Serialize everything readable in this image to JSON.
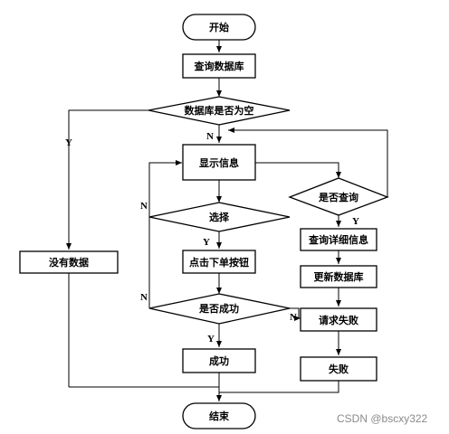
{
  "nodes": {
    "start": "开始",
    "query_db": "查询数据库",
    "db_empty": "数据库是否为空",
    "show_info": "显示信息",
    "select": "选择",
    "click_order": "点击下单按钮",
    "success_check": "是否成功",
    "success": "成功",
    "no_data": "没有数据",
    "is_query": "是否查询",
    "query_detail": "查询详细信息",
    "update_db": "更新数据库",
    "request_fail": "请求失败",
    "fail": "失败",
    "end": "结束"
  },
  "edge_labels": {
    "yes": "Y",
    "no": "N"
  },
  "watermark": "CSDN @bscxy322"
}
